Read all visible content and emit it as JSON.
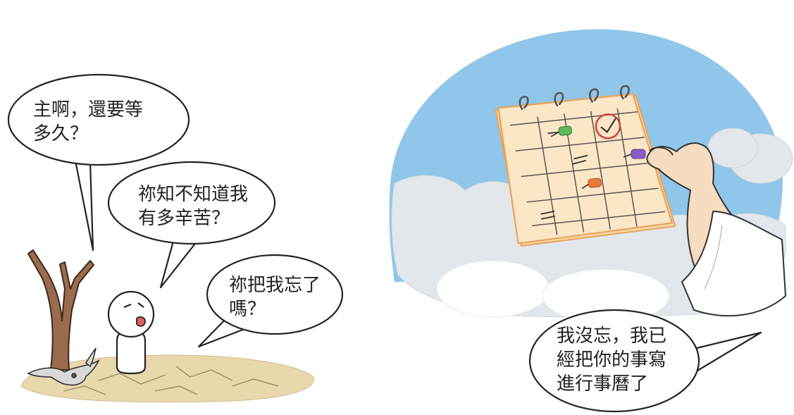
{
  "panel_left": {
    "bubble_1": {
      "lines": [
        "主啊，還要等",
        "多久？"
      ]
    },
    "bubble_2": {
      "lines": [
        "祢知不知道我",
        "有多辛苦？"
      ]
    },
    "bubble_3": {
      "lines": [
        "祢把我忘了",
        "嗎？"
      ]
    }
  },
  "panel_right": {
    "bubble_4": {
      "lines": [
        "我沒忘，我已",
        "經把你的事寫",
        "進行事曆了"
      ]
    }
  },
  "colors": {
    "sky": "#8fc6ea",
    "cloud": "#e2e7ec",
    "calendar_page": "#fbe6c6",
    "calendar_border": "#e8a35a",
    "sleeve": "#ffffff",
    "skin": "#f6dcc0",
    "ground": "#e8d9ad",
    "tree": "#9a6b4d",
    "pin_green": "#5cb85c",
    "pin_purple": "#8a5cc6",
    "pin_orange": "#e8793a",
    "check_circle": "#d23b3b"
  }
}
